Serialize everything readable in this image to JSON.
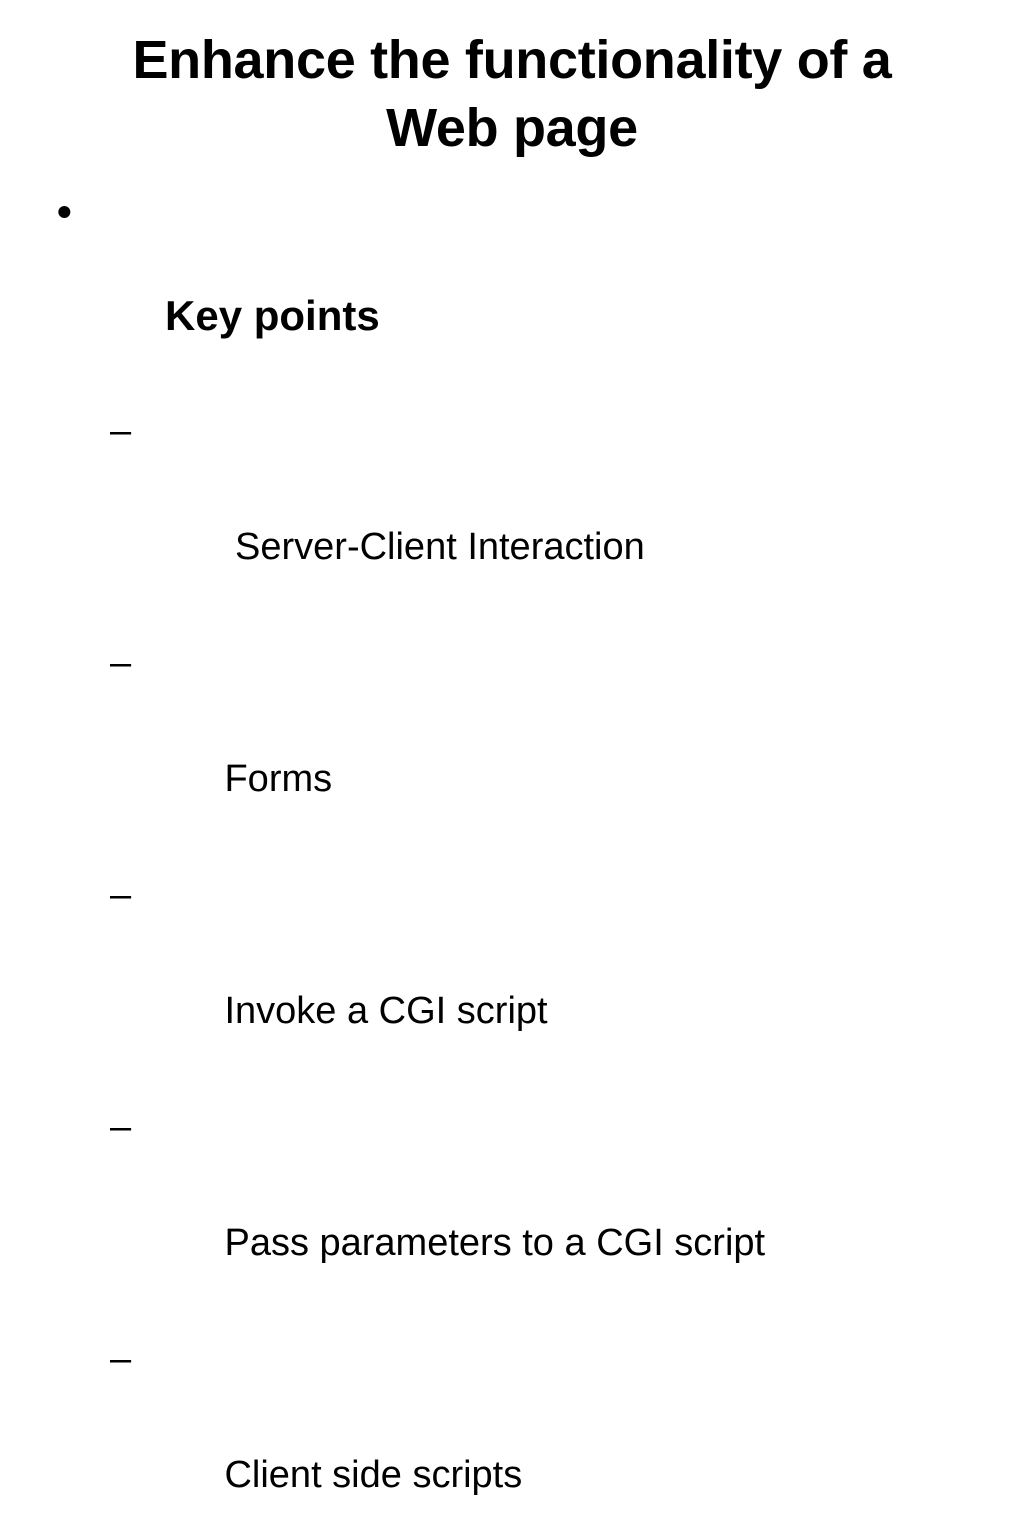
{
  "slide": {
    "background_color": "#ffffff",
    "text_color": "#000000",
    "title": {
      "lines": [
        "Enhance the functionality of a",
        "Web page"
      ]
    },
    "body": {
      "level1": {
        "marker": "•",
        "marker_name": "bullet-dot",
        "text": "Key points"
      },
      "level2": {
        "marker": "–",
        "marker_name": "en-dash",
        "items": [
          {
            "text": " Server-Client Interaction"
          },
          {
            "text": "Forms"
          },
          {
            "text": "Invoke a CGI script"
          },
          {
            "text": "Pass parameters to a CGI script"
          },
          {
            "text": "Client side scripts"
          }
        ]
      }
    }
  }
}
